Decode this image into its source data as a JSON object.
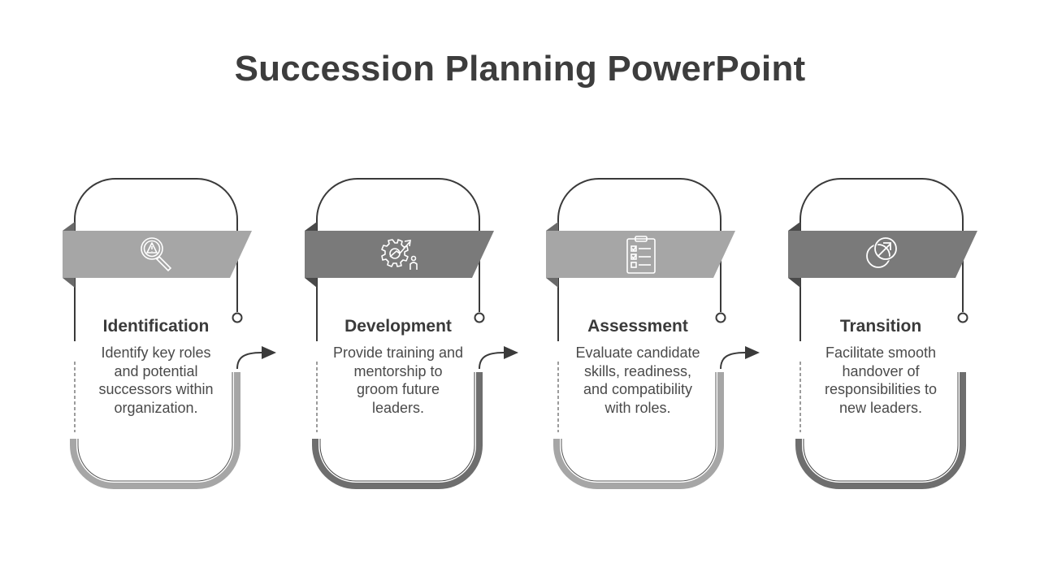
{
  "slide": {
    "title": "Succession Planning PowerPoint"
  },
  "steps": [
    {
      "title": "Identification",
      "description": "Identify key roles and potential successors within organization.",
      "icon": "search-warning-icon",
      "band_color": "#a6a6a6",
      "arc_color": "#a6a6a6"
    },
    {
      "title": "Development",
      "description": "Provide training and mentorship to groom future leaders.",
      "icon": "gear-growth-icon",
      "band_color": "#7a7a7a",
      "arc_color": "#6e6e6e"
    },
    {
      "title": "Assessment",
      "description": "Evaluate candidate skills, readiness, and compatibility with roles.",
      "icon": "clipboard-checklist-icon",
      "band_color": "#a6a6a6",
      "arc_color": "#a6a6a6"
    },
    {
      "title": "Transition",
      "description": "Facilitate smooth handover of responsibilities to new leaders.",
      "icon": "handover-arrow-icon",
      "band_color": "#7a7a7a",
      "arc_color": "#6e6e6e"
    }
  ],
  "colors": {
    "outline": "#3a3a3a",
    "text": "#3a3a3a"
  }
}
